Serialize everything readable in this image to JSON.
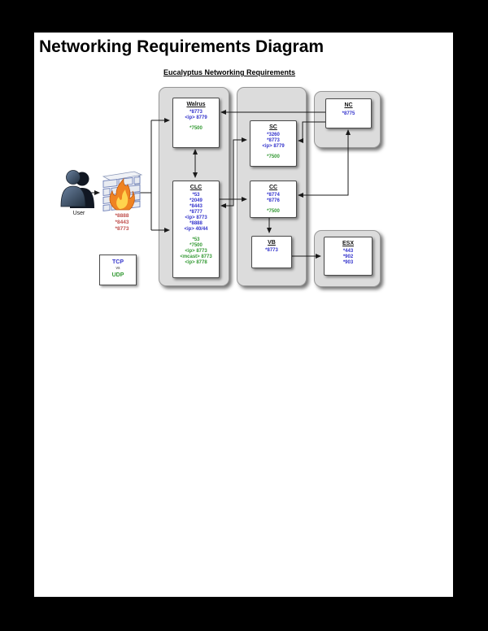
{
  "page": {
    "title": "Networking Requirements Diagram",
    "subtitle": "Eucalyptus Networking Requirements"
  },
  "colors": {
    "tcp_blue": "#3333cc",
    "udp_green": "#339933",
    "client_red": "#c0504d",
    "container_gray": "#dcdcdc"
  },
  "legend": {
    "tcp": "TCP",
    "vs": "vs",
    "udp": "UDP"
  },
  "user": {
    "label": "User"
  },
  "firewall": {
    "ports": [
      "*8888",
      "*8443",
      "*8773"
    ]
  },
  "nodes": [
    {
      "id": "walrus",
      "title": "Walrus",
      "tcp": [
        "*8773",
        "<ip> 8779"
      ],
      "udp": [
        "*7500"
      ]
    },
    {
      "id": "clc",
      "title": "CLC",
      "tcp": [
        "*53",
        "*2049",
        "*8443",
        "*8777",
        "<ip> 8773",
        "*8888",
        "<ip> 40/44"
      ],
      "udp": [
        "*53",
        "*7500",
        "<ip> 8773",
        "<mcast> 8773",
        "<ip> 8778"
      ]
    },
    {
      "id": "sc",
      "title": "SC",
      "tcp": [
        "*3260",
        "*8773",
        "<ip> 8779"
      ],
      "udp": [
        "*7500"
      ]
    },
    {
      "id": "cc",
      "title": "CC",
      "tcp": [
        "*8774",
        "*8776"
      ],
      "udp": [
        "*7500"
      ]
    },
    {
      "id": "vb",
      "title": "VB",
      "tcp": [
        "*8773"
      ],
      "udp": []
    },
    {
      "id": "nc",
      "title": "NC",
      "tcp": [
        "*8775"
      ],
      "udp": []
    },
    {
      "id": "esx",
      "title": "ESX",
      "tcp": [
        "*443",
        "*902",
        "*903"
      ],
      "udp": []
    }
  ]
}
